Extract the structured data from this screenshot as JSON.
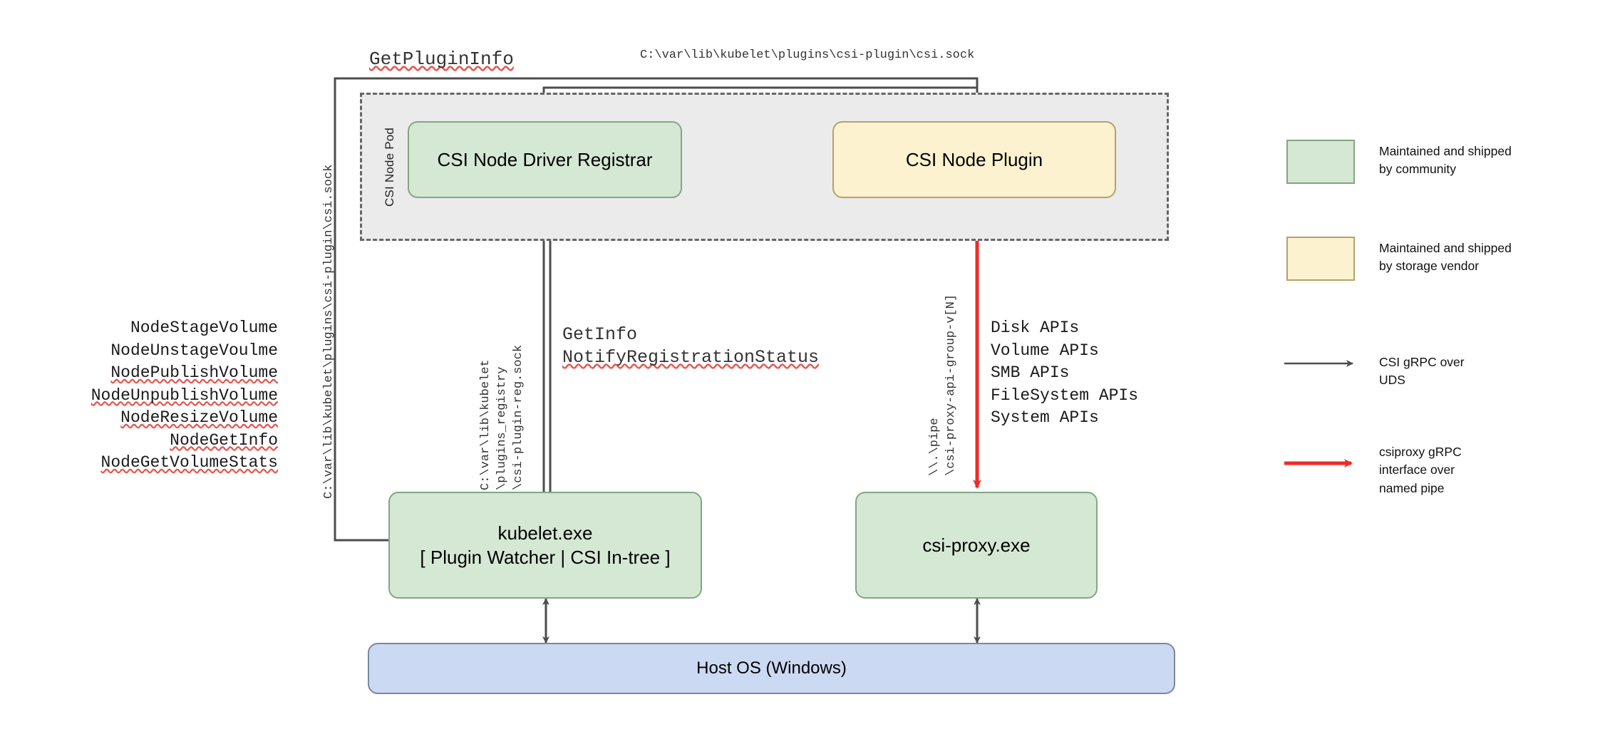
{
  "diagram": {
    "title_labels": {
      "get_plugin_info": "GetPluginInfo",
      "csi_sock_path_top": "C:\\var\\lib\\kubelet\\plugins\\csi-plugin\\csi.sock",
      "csi_sock_path_vertical": "C:\\var\\lib\\kubelet\\plugins\\csi-plugin\\csi.sock",
      "registry_path_line1": "C:\\var\\lib\\kubelet",
      "registry_path_line2": "\\plugins_registry",
      "registry_path_line3": "\\csi-plugin-reg.sock",
      "pipe_line1": "\\\\.\\pipe",
      "pipe_line2": "\\csi-proxy-api-group-v[N]",
      "get_info": "GetInfo",
      "notify_registration_status": "NotifyRegistrationStatus"
    },
    "pod": {
      "label": "CSI Node Pod"
    },
    "nodes": [
      {
        "id": "csi-node-driver-registrar",
        "label": "CSI Node Driver Registrar",
        "color": "green"
      },
      {
        "id": "csi-node-plugin",
        "label": "CSI Node Plugin",
        "color": "yellow"
      },
      {
        "id": "kubelet-exe",
        "label_line1": "kubelet.exe",
        "label_line2": "[ Plugin Watcher | CSI In-tree ]",
        "color": "green"
      },
      {
        "id": "csi-proxy-exe",
        "label": "csi-proxy.exe",
        "color": "green"
      },
      {
        "id": "host-os",
        "label": "Host OS (Windows)",
        "color": "blue"
      }
    ],
    "node_api_calls": [
      "NodeStageVolume",
      "NodeUnstageVoulme",
      "NodePublishVolume",
      "NodeUnpublishVolume",
      "NodeResizeVolume",
      "NodeGetInfo",
      "NodeGetVolumeStats"
    ],
    "csiproxy_apis": [
      "Disk APIs",
      "Volume APIs",
      "SMB APIs",
      "FileSystem APIs",
      "System APIs"
    ],
    "legend": [
      {
        "kind": "swatch",
        "color": "#d5e8d4",
        "text": "Maintained and shipped\nby community"
      },
      {
        "kind": "swatch",
        "color": "#fdf2cf",
        "text": "Maintained and shipped\nby storage vendor"
      },
      {
        "kind": "arrow",
        "color": "#4d4d4d",
        "text": "CSI gRPC over\nUDS"
      },
      {
        "kind": "arrow",
        "color": "#ef2b25",
        "text": "csiproxy gRPC\ninterface over\nnamed pipe"
      }
    ],
    "colors": {
      "green_fill": "#d5e8d4",
      "yellow_fill": "#fdf2cf",
      "blue_fill": "#ccd9f2",
      "pod_fill": "#ebebeb",
      "line": "#4d4d4d",
      "red_arrow": "#ef2b25"
    }
  }
}
